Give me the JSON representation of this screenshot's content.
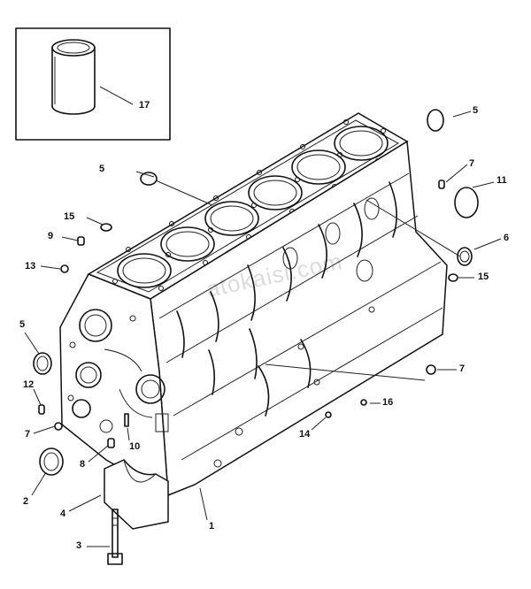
{
  "watermark": "atokaisi.com",
  "labels": {
    "p1": "1",
    "p2": "2",
    "p3": "3",
    "p4": "4",
    "p5a": "5",
    "p5b": "5",
    "p5c": "5",
    "p6": "6",
    "p7a": "7",
    "p7b": "7",
    "p7c": "7",
    "p8": "8",
    "p9": "9",
    "p10": "10",
    "p11": "11",
    "p12": "12",
    "p13": "13",
    "p14": "14",
    "p15a": "15",
    "p15b": "15",
    "p16": "16",
    "p17": "17"
  }
}
